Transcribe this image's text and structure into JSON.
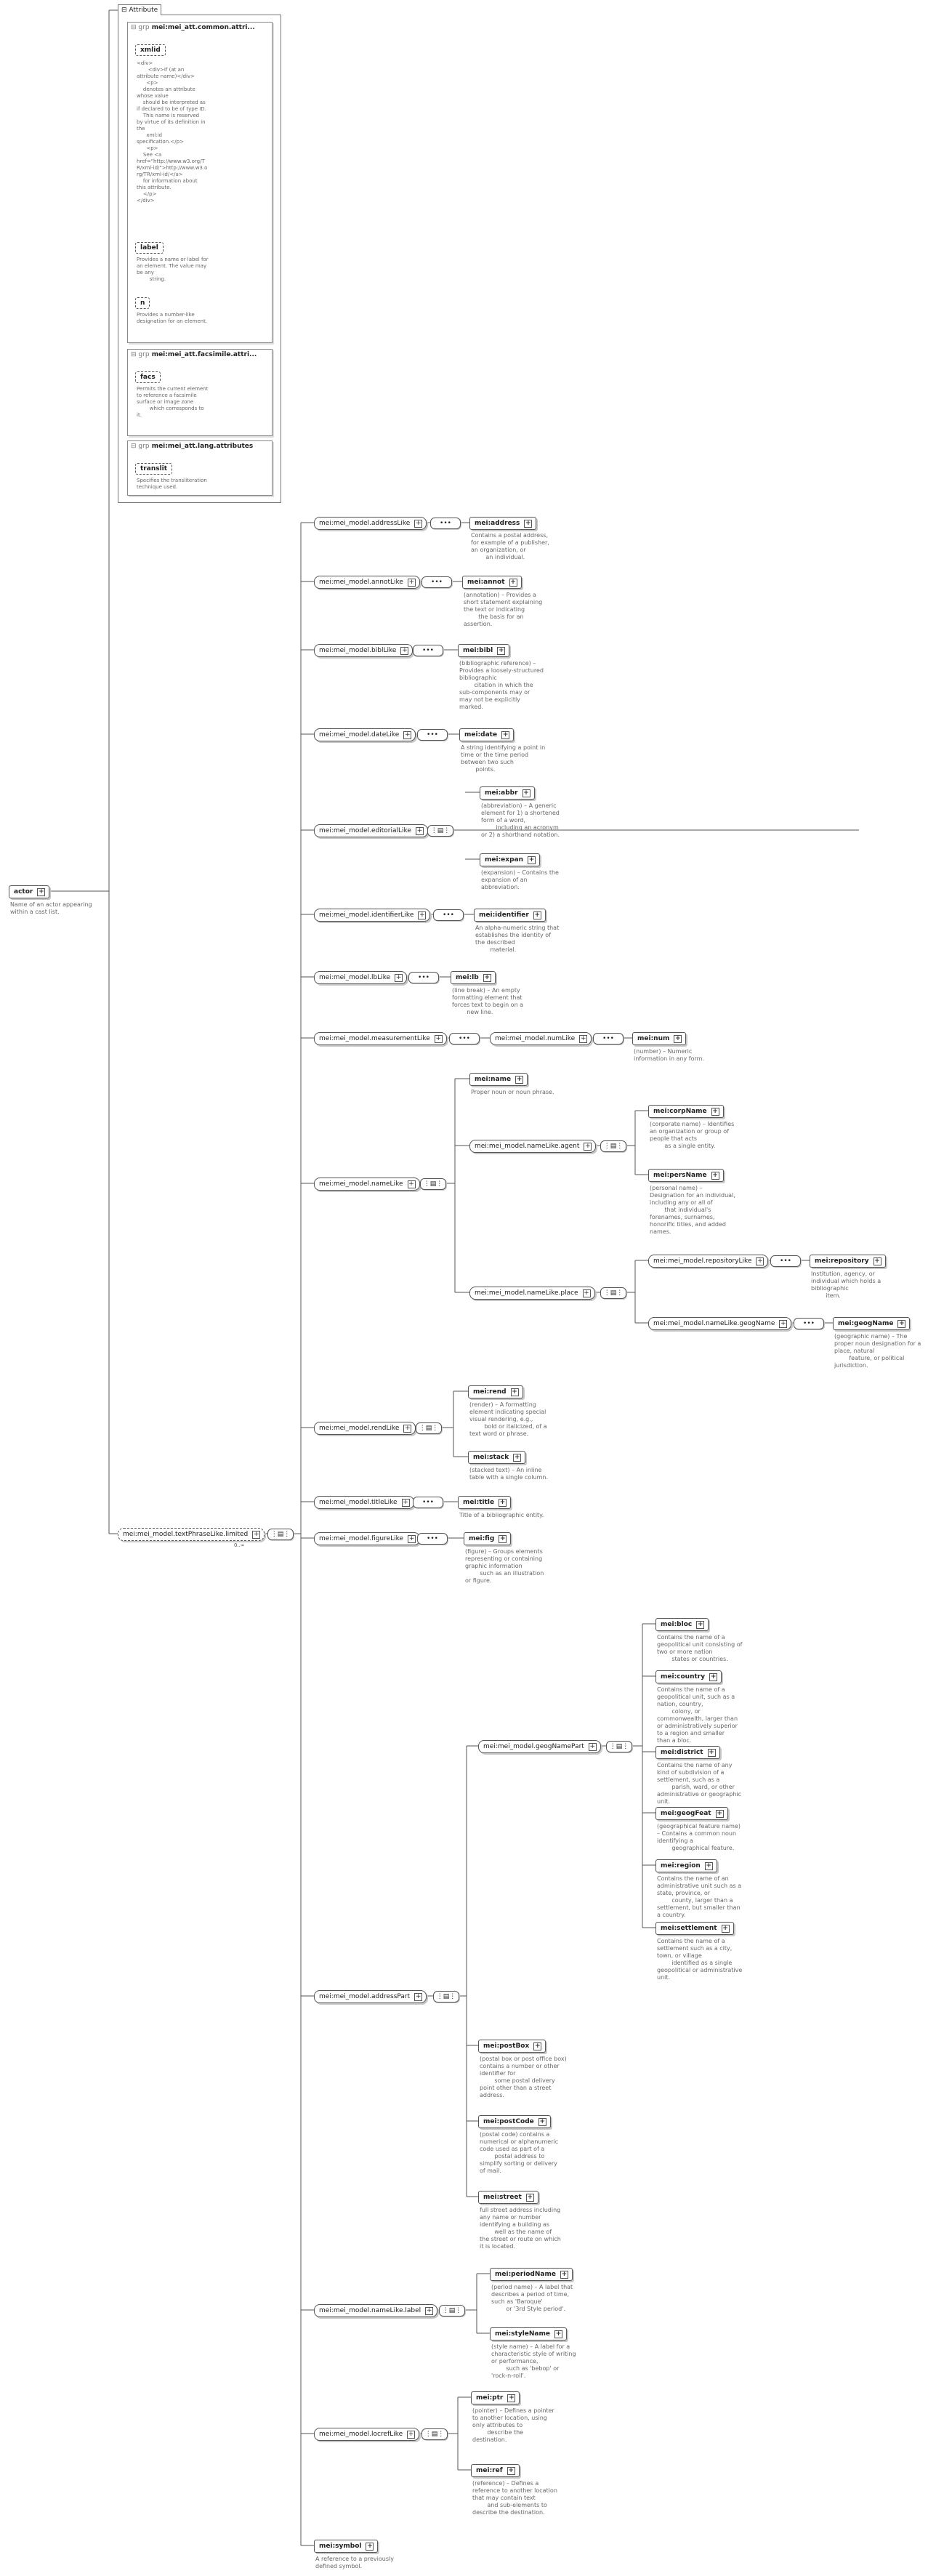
{
  "attributes": {
    "tab_label": "Attribute",
    "group_prefix": "grp",
    "groups": [
      {
        "title": "mei:mei_att.common.attri...",
        "attrs": [
          {
            "name": "xmlid",
            "desc": "<div>\n       <div>If (at an\nattribute name)</div>\n      <p>\n    denotes an attribute\nwhose value\n    should be interpreted as\nif declared to be of type ID.\n    This name is reserved\nby virtue of its definition in\nthe\n      xml:id\nspecification.</p>\n      <p>\n    See <a\nhref=\"http://www.w3.org/T\nR/xml-id/\">http://www.w3.o\nrg/TR/xml-id/</a>\n    for information about\nthis attribute.\n    </p>\n</div>"
          },
          {
            "name": "label",
            "desc": "Provides a name or label for\nan element. The value may\nbe any\n        string."
          },
          {
            "name": "n",
            "desc": "Provides a number-like\ndesignation for an element."
          }
        ]
      },
      {
        "title": "mei:mei_att.facsimile.attri...",
        "attrs": [
          {
            "name": "facs",
            "desc": "Permits the current element\nto reference a facsimile\nsurface or image zone\n        which corresponds to\nit."
          }
        ]
      },
      {
        "title": "mei:mei_att.lang.attributes",
        "attrs": [
          {
            "name": "translit",
            "desc": "Specifies the transliteration\ntechnique used."
          }
        ]
      }
    ]
  },
  "root": {
    "name": "actor",
    "desc": "Name of an actor appearing\nwithin a cast list."
  },
  "group_node": {
    "name": "mei:mei_model.textPhraseLike.limited",
    "mult": "0..∞"
  },
  "icons": {
    "sequence": "sequence-compositor-icon",
    "choice": "choice-compositor-icon",
    "expand": "plus-expand-icon"
  },
  "diagram": {
    "addressLike": {
      "group": "mei:mei_model.addressLike",
      "el": "mei:address",
      "desc": "Contains a postal address,\nfor example of a publisher,\nan organization, or\n        an individual."
    },
    "annotLike": {
      "group": "mei:mei_model.annotLike",
      "el": "mei:annot",
      "desc": "(annotation) – Provides a\nshort statement explaining\nthe text or indicating\n        the basis for an\nassertion."
    },
    "biblLike": {
      "group": "mei:mei_model.biblLike",
      "el": "mei:bibl",
      "desc": "(bibliographic reference) –\nProvides a loosely-structured\nbibliographic\n        citation in which the\nsub-components may or\nmay not be explicitly\nmarked."
    },
    "dateLike": {
      "group": "mei:mei_model.dateLike",
      "el": "mei:date",
      "desc": "A string identifying a point in\ntime or the time period\nbetween two such\n        points."
    },
    "editorialLike": {
      "group": "mei:mei_model.editorialLike",
      "el1": "mei:abbr",
      "desc1": "(abbreviation) – A generic\nelement for 1) a shortened\nform of a word,\n        including an acronym\nor 2) a shorthand notation.",
      "el2": "mei:expan",
      "desc2": "(expansion) – Contains the\nexpansion of an\nabbreviation."
    },
    "identifierLike": {
      "group": "mei:mei_model.identifierLike",
      "el": "mei:identifier",
      "desc": "An alpha-numeric string that\nestablishes the identity of\nthe described\n        material."
    },
    "lbLike": {
      "group": "mei:mei_model.lbLike",
      "el": "mei:lb",
      "desc": "(line break) – An empty\nformatting element that\nforces text to begin on a\n        new line."
    },
    "measurementLike": {
      "group": "mei:mei_model.measurementLike",
      "sub": "mei:mei_model.numLike",
      "el": "mei:num",
      "desc": "(number) – Numeric\ninformation in any form."
    },
    "nameLike": {
      "group": "mei:mei_model.nameLike",
      "name_el": "mei:name",
      "name_desc": "Proper noun or noun phrase.",
      "agent": "mei:mei_model.nameLike.agent",
      "corp": "mei:corpName",
      "corp_desc": "(corporate name) – Identifies\nan organization or group of\npeople that acts\n        as a single entity.",
      "pers": "mei:persName",
      "pers_desc": "(personal name) –\nDesignation for an individual,\nincluding any or all of\n        that individual's\nforenames, surnames,\nhonorific titles, and added\nnames.",
      "place": "mei:mei_model.nameLike.place",
      "repoLike": "mei:mei_model.repositoryLike",
      "repo": "mei:repository",
      "repo_desc": "Institution, agency, or\nindividual which holds a\nbibliographic\n        item.",
      "geogLike": "mei:mei_model.nameLike.geogName",
      "geog": "mei:geogName",
      "geog_desc": "(geographic name) – The\nproper noun designation for a\nplace, natural\n        feature, or political\njurisdiction."
    },
    "rendLike": {
      "group": "mei:mei_model.rendLike",
      "el1": "mei:rend",
      "desc1": "(render) – A formatting\nelement indicating special\nvisual rendering, e.g.,\n        bold or italicized, of a\ntext word or phrase.",
      "el2": "mei:stack",
      "desc2": "(stacked text) – An inline\ntable with a single column."
    },
    "titleLike": {
      "group": "mei:mei_model.titleLike",
      "el": "mei:title",
      "desc": "Title of a bibliographic entity."
    },
    "figureLike": {
      "group": "mei:mei_model.figureLike",
      "el": "mei:fig",
      "desc": "(figure) – Groups elements\nrepresenting or containing\ngraphic information\n        such as an illustration\nor figure."
    },
    "addressPart": {
      "group": "mei:mei_model.addressPart",
      "geogNamePart": "mei:mei_model.geogNamePart",
      "bloc": "mei:bloc",
      "bloc_desc": "Contains the name of a\ngeopolitical unit consisting of\ntwo or more nation\n        states or countries.",
      "country": "mei:country",
      "country_desc": "Contains the name of a\ngeopolitical unit, such as a\nnation, country,\n        colony, or\ncommonwealth, larger than\nor administratively superior\nto a region and smaller\nthan a bloc.",
      "district": "mei:district",
      "district_desc": "Contains the name of any\nkind of subdivision of a\nsettlement, such as a\n        parish, ward, or other\nadministrative or geographic\nunit.",
      "geogFeat": "mei:geogFeat",
      "geogFeat_desc": "(geographical feature name)\n– Contains a common noun\nidentifying a\n        geographical feature.",
      "region": "mei:region",
      "region_desc": "Contains the name of an\nadministrative unit such as a\nstate, province, or\n        county, larger than a\nsettlement, but smaller than\na country.",
      "settlement": "mei:settlement",
      "settlement_desc": "Contains the name of a\nsettlement such as a city,\ntown, or village\n        identified as a single\ngeopolitical or administrative\nunit.",
      "postBox": "mei:postBox",
      "postBox_desc": "(postal box or post office box)\ncontains a number or other\nidentifier for\n        some postal delivery\npoint other than a street\naddress.",
      "postCode": "mei:postCode",
      "postCode_desc": "(postal code) contains a\nnumerical or alphanumeric\ncode used as part of a\n        postal address to\nsimplify sorting or delivery\nof mail.",
      "street": "mei:street",
      "street_desc": "full street address including\nany name or number\nidentifying a building as\n        well as the name of\nthe street or route on which\nit is located."
    },
    "nameLikeLabel": {
      "group": "mei:mei_model.nameLike.label",
      "el1": "mei:periodName",
      "desc1": "(period name) – A label that\ndescribes a period of time,\nsuch as 'Baroque'\n        or '3rd Style period'.",
      "el2": "mei:styleName",
      "desc2": "(style name) – A label for a\ncharacteristic style of writing\nor performance,\n        such as 'bebop' or\n'rock-n-roll'."
    },
    "locrefLike": {
      "group": "mei:mei_model.locrefLike",
      "el1": "mei:ptr",
      "desc1": "(pointer) – Defines a pointer\nto another location, using\nonly attributes to\n        describe the\ndestination.",
      "el2": "mei:ref",
      "desc2": "(reference) – Defines a\nreference to another location\nthat may contain text\n        and sub-elements to\ndescribe the destination."
    },
    "symbol": {
      "el": "mei:symbol",
      "desc": "A reference to a previously\ndefined symbol."
    }
  }
}
